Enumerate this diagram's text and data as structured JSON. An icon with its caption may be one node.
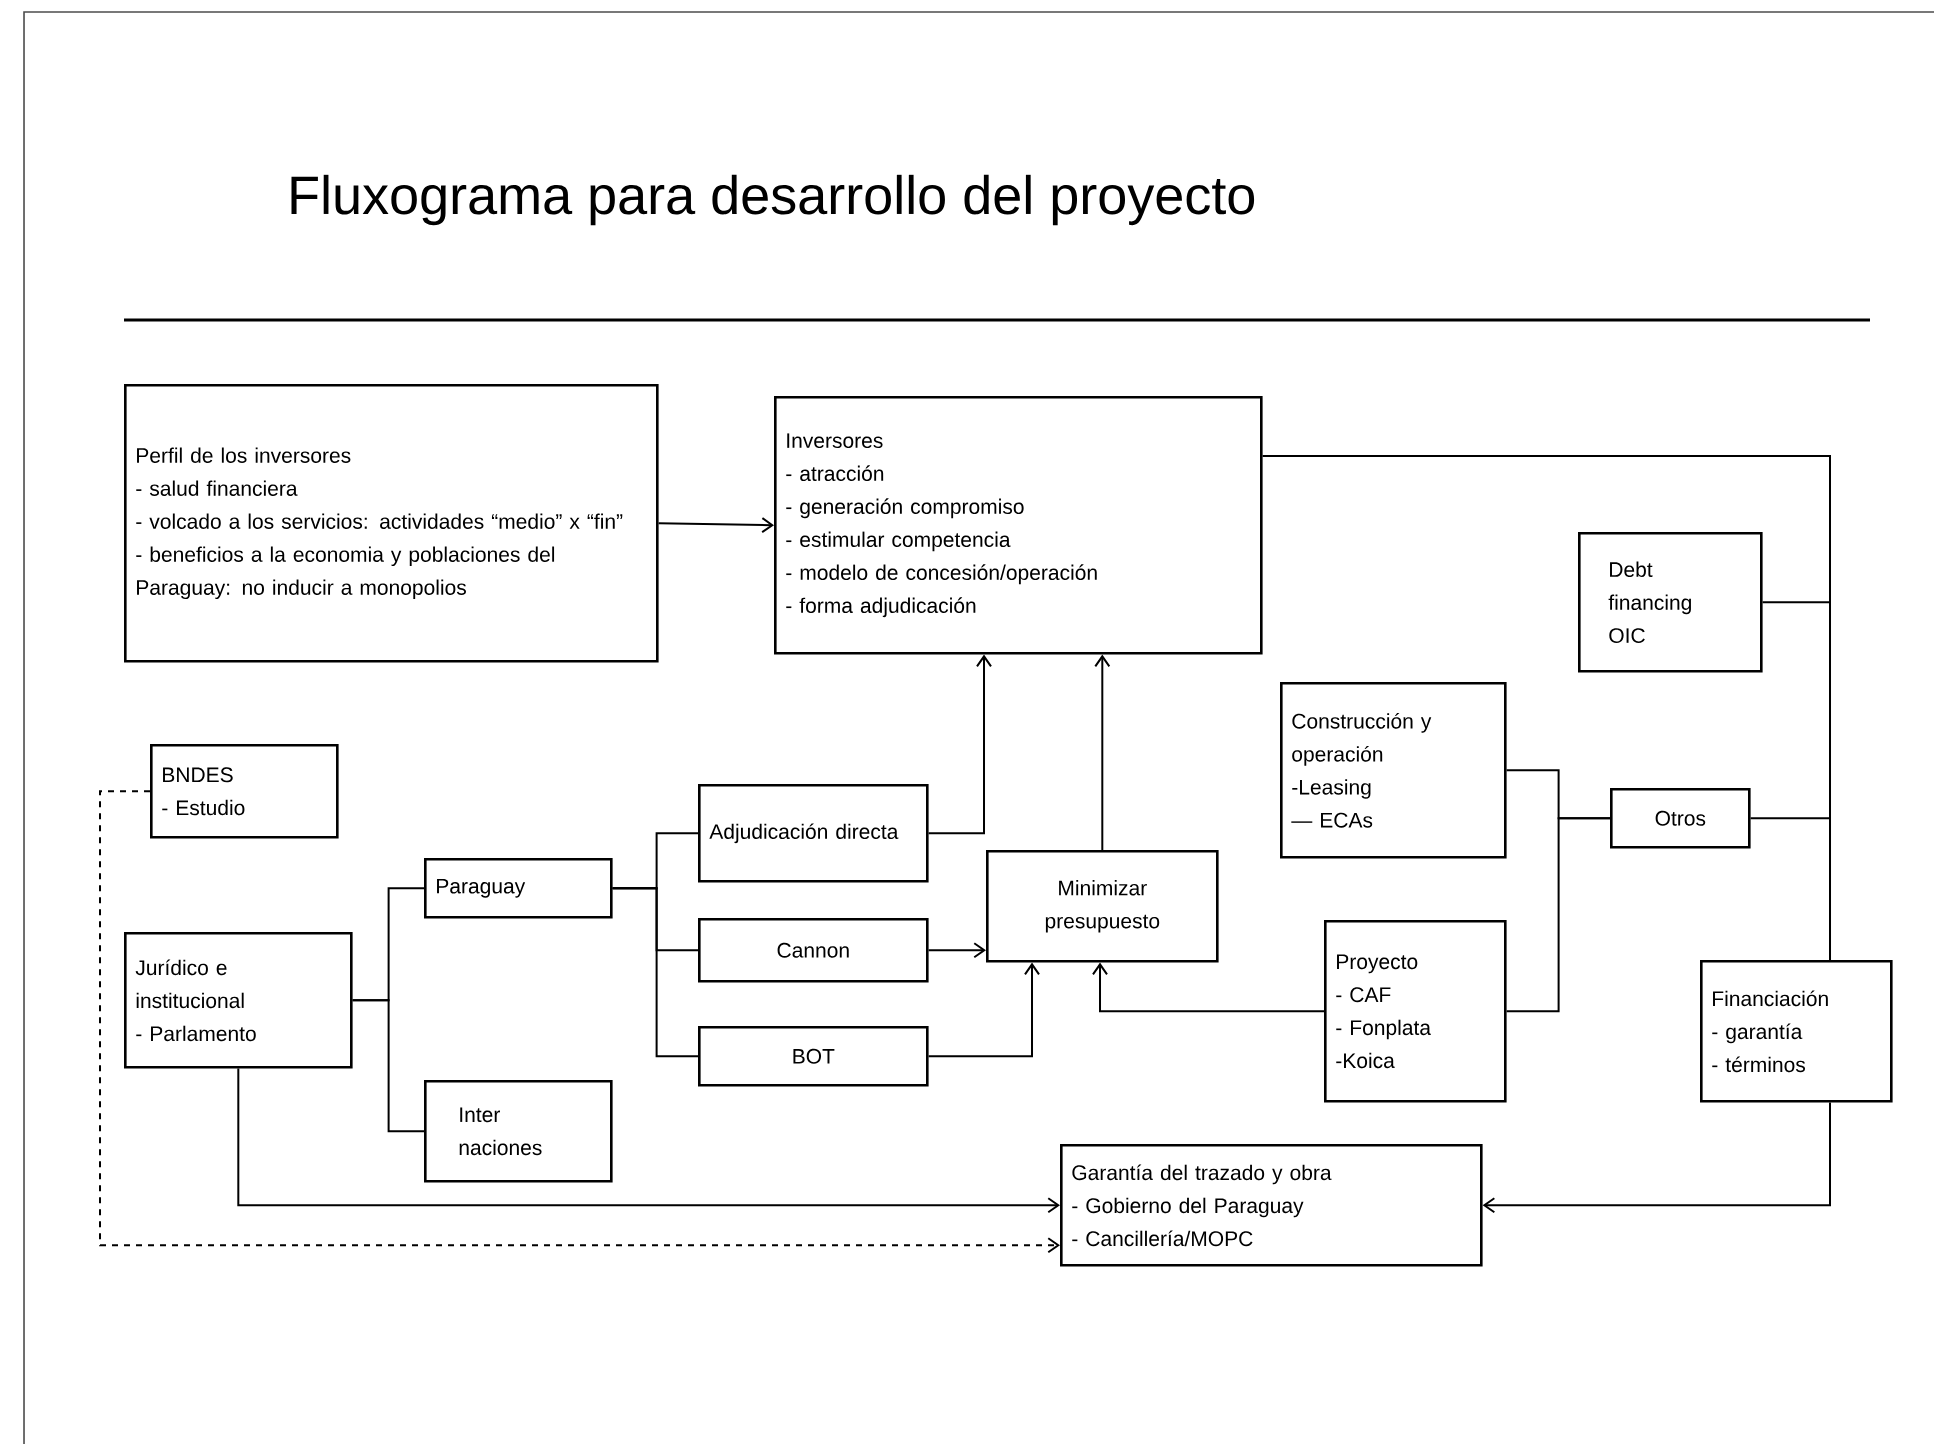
{
  "diagram": {
    "title": "Fluxograma para desarrollo del proyecto",
    "nodes": [
      {
        "text": [
          "Perfil de los inversores",
          "- salud financiera",
          "- volcado a los servicios: actividades “medio” x “fin”",
          "- beneficios a la economia y poblaciones del Paraguay: no inducir a monopolios"
        ]
      },
      {
        "text": [
          "Inversores",
          "- atracción",
          "- generación compromiso",
          "- estimular competencia",
          "- modelo de concesión/operación",
          "- forma adjudicación"
        ]
      },
      {
        "text": [
          "Debt financing OIC"
        ]
      },
      {
        "text": [
          "BNDES",
          "- Estudio"
        ]
      },
      {
        "text": [
          "Construcción y operación",
          "-Leasing",
          "— ECAs"
        ]
      },
      {
        "text": [
          "Otros"
        ]
      },
      {
        "text": [
          "Adjudicación directa"
        ]
      },
      {
        "text": [
          "Paraguay"
        ]
      },
      {
        "text": [
          "Minimizar presupuesto"
        ]
      },
      {
        "text": [
          "Cannon"
        ]
      },
      {
        "text": [
          "Jurídico e institucional",
          "- Parlamento"
        ]
      },
      {
        "text": [
          "Proyecto",
          "- CAF",
          "- Fonplata",
          "-Koica"
        ]
      },
      {
        "text": [
          "Financiación",
          "- garantía",
          "- términos"
        ]
      },
      {
        "text": [
          "BOT"
        ]
      },
      {
        "text": [
          "Inter naciones"
        ]
      },
      {
        "text": [
          "Garantía del trazado y obra",
          "- Gobierno del Paraguay",
          "- Cancillería/MOPC"
        ]
      }
    ],
    "edges": [
      {
        "from": 0,
        "to": 1,
        "arrow": "to"
      },
      {
        "from": 10,
        "to": 7,
        "arrow": "none"
      },
      {
        "from": 10,
        "to": 14,
        "arrow": "none"
      },
      {
        "from": 7,
        "to": 6,
        "arrow": "none"
      },
      {
        "from": 7,
        "to": 9,
        "arrow": "none"
      },
      {
        "from": 7,
        "to": 13,
        "arrow": "none"
      },
      {
        "from": 6,
        "to": 1,
        "arrow": "to"
      },
      {
        "from": 8,
        "to": 1,
        "arrow": "to"
      },
      {
        "from": 9,
        "to": 8,
        "arrow": "to"
      },
      {
        "from": 13,
        "to": 8,
        "arrow": "to"
      },
      {
        "from": 11,
        "to": 8,
        "arrow": "to"
      },
      {
        "from": 10,
        "to": 15,
        "arrow": "to"
      },
      {
        "from": 3,
        "to": 15,
        "arrow": "to",
        "style": "dashed"
      },
      {
        "from": 12,
        "to": 15,
        "arrow": "to"
      },
      {
        "from": 1,
        "to": 12,
        "arrow": "none"
      },
      {
        "from": 2,
        "to": 12,
        "arrow": "none"
      },
      {
        "from": 5,
        "to": 12,
        "arrow": "none"
      },
      {
        "from": 4,
        "to": 5,
        "arrow": "none"
      },
      {
        "from": 11,
        "to": 5,
        "arrow": "none"
      }
    ]
  }
}
